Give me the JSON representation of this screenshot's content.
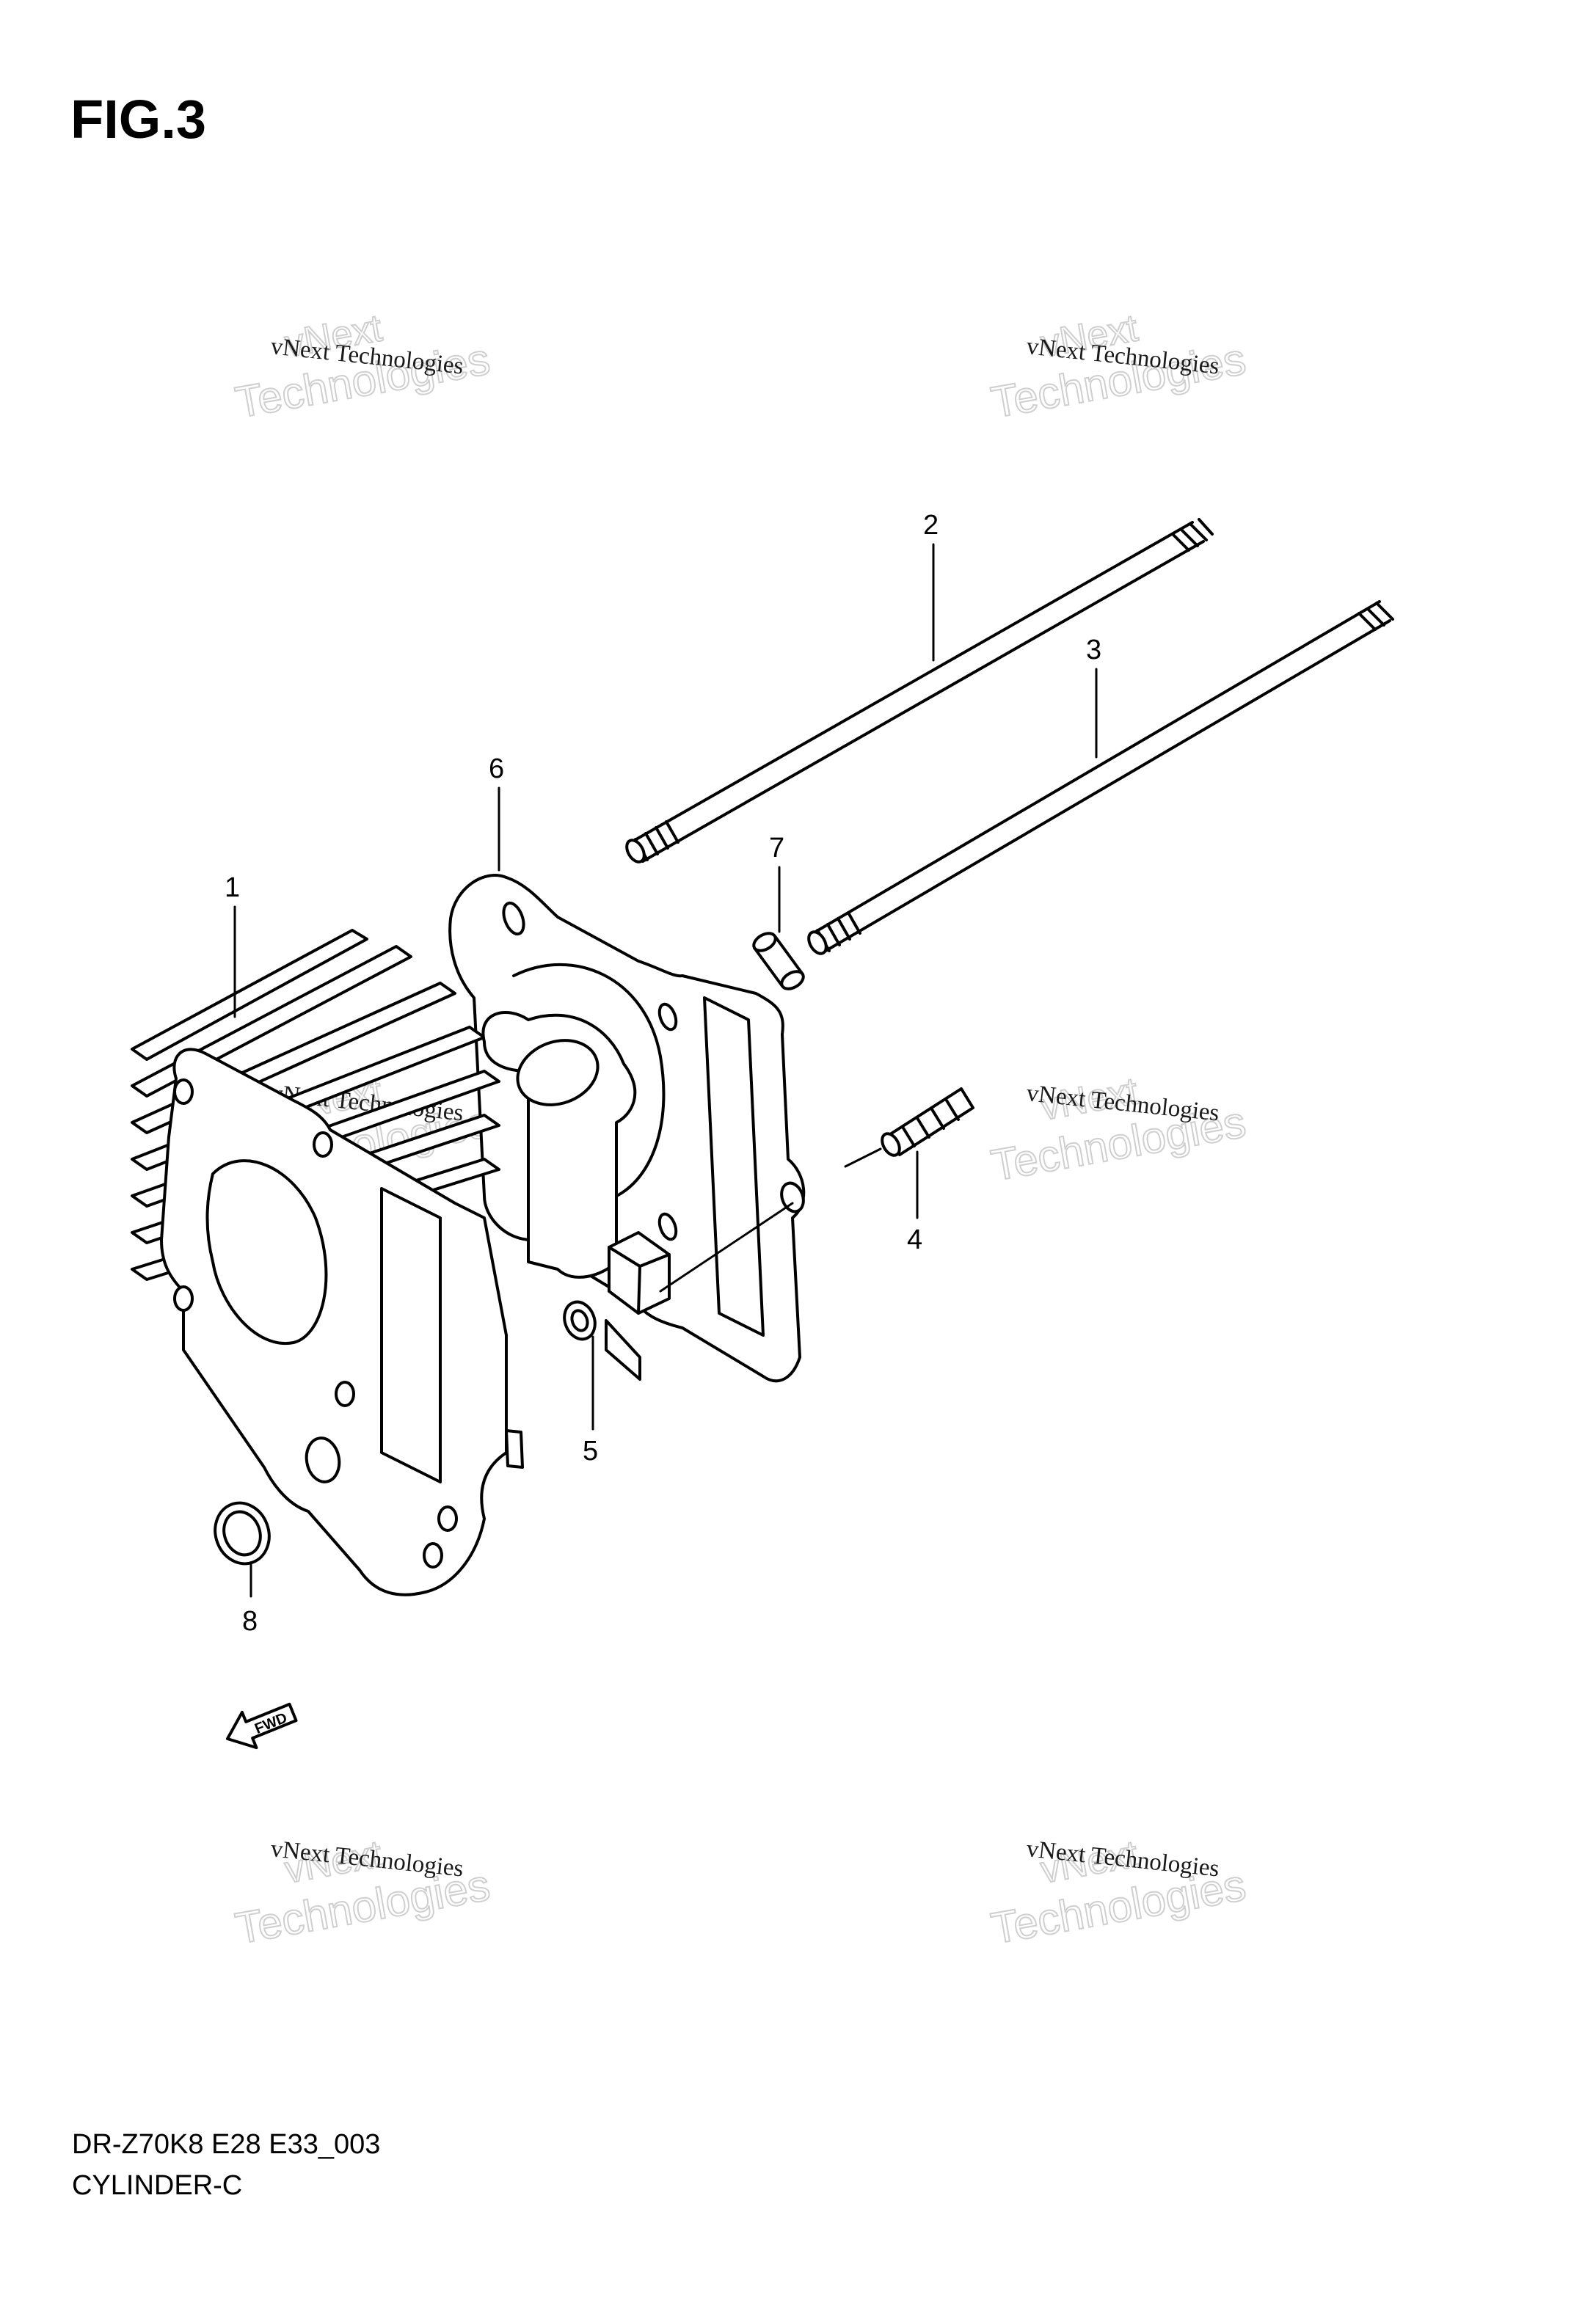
{
  "figure": {
    "title": "FIG.3",
    "model_code": "DR-Z70K8 E28 E33_003",
    "section_name": "CYLINDER-C"
  },
  "callouts": [
    {
      "id": "1",
      "label": "1"
    },
    {
      "id": "2",
      "label": "2"
    },
    {
      "id": "3",
      "label": "3"
    },
    {
      "id": "4",
      "label": "4"
    },
    {
      "id": "5",
      "label": "5"
    },
    {
      "id": "6",
      "label": "6"
    },
    {
      "id": "7",
      "label": "7"
    },
    {
      "id": "8",
      "label": "8"
    }
  ],
  "fwd_arrow": {
    "label": "FWD"
  },
  "watermark": {
    "small_text": "vNext Technologies",
    "big_top": "vNext",
    "big_bottom": "Technologies"
  },
  "colors": {
    "ink": "#000000",
    "background": "#ffffff",
    "watermark": "#cfcfcf"
  }
}
